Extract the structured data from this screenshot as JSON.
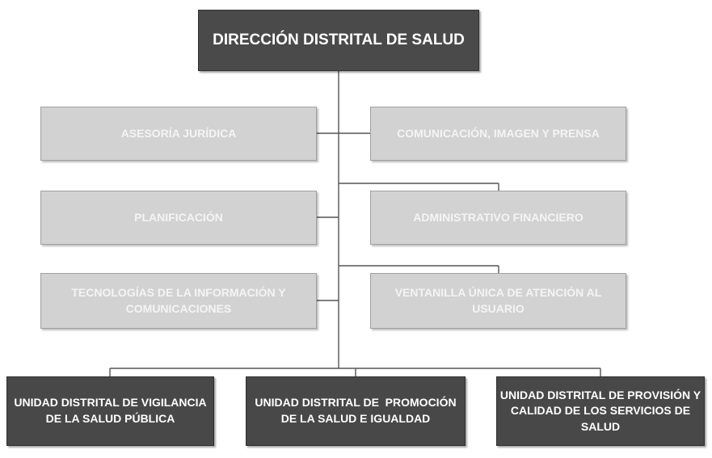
{
  "top": {
    "label": "DIRECCIÓN DISTRITAL DE SALUD"
  },
  "staff_left": [
    {
      "lines": [
        "ASESORÍA JURÍDICA"
      ]
    },
    {
      "lines": [
        "PLANIFICACIÓN"
      ]
    },
    {
      "lines": [
        "TECNOLOGÍAS DE LA INFORMACIÓN Y",
        "COMUNICACIONES"
      ]
    }
  ],
  "staff_right": [
    {
      "lines": [
        "COMUNICACIÓN, IMAGEN Y PRENSA"
      ]
    },
    {
      "lines": [
        "ADMINISTRATIVO FINANCIERO"
      ]
    },
    {
      "lines": [
        "VENTANILLA ÚNICA DE ATENCIÓN AL",
        "USUARIO"
      ]
    }
  ],
  "units": [
    {
      "lines": [
        "UNIDAD DISTRITAL DE VIGILANCIA",
        "DE LA SALUD PÚBLICA"
      ]
    },
    {
      "lines": [
        "UNIDAD DISTRITAL DE  PROMOCIÓN",
        "DE LA SALUD E IGUALDAD"
      ]
    },
    {
      "lines": [
        "UNIDAD DISTRITAL DE PROVISIÓN Y",
        "CALIDAD DE LOS SERVICIOS DE",
        "SALUD"
      ]
    }
  ],
  "colors": {
    "top_fill": "#4a4a4a",
    "staff_fill": "#d2d2d2",
    "unit_fill": "#484848",
    "connector": "#555555"
  }
}
